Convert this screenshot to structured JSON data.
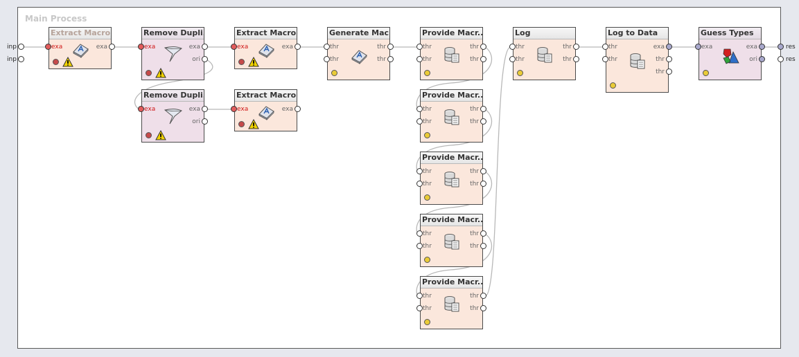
{
  "process": {
    "title": "Main Process"
  },
  "outer_ports": {
    "left": [
      "inp",
      "inp"
    ],
    "right": [
      "res",
      "res"
    ]
  },
  "colors": {
    "operator_bg": "#fbe7dc",
    "preprocessing_bg": "#efdfe9",
    "wire": "#b8b8b8",
    "error_port": "#d01515"
  },
  "operators": [
    {
      "name": "Extract Macro",
      "disabled": true,
      "icon": "macro-icon",
      "status": "error",
      "warning": true,
      "inputs": [
        "exa"
      ],
      "outputs": [
        "exa"
      ]
    },
    {
      "name": "Remove Dupli...",
      "icon": "funnel-icon",
      "status": "error",
      "warning": true,
      "inputs": [
        "exa"
      ],
      "outputs": [
        "exa",
        "ori"
      ]
    },
    {
      "name": "Extract Macro ...",
      "icon": "macro-icon",
      "status": "error",
      "warning": true,
      "inputs": [
        "exa"
      ],
      "outputs": [
        "exa"
      ]
    },
    {
      "name": "Generate Mac...",
      "icon": "macro-icon",
      "status": "ok",
      "inputs": [
        "thr",
        "thr"
      ],
      "outputs": [
        "thr",
        "thr"
      ]
    },
    {
      "name": "Provide Macr...",
      "icon": "database-icon",
      "status": "ok",
      "inputs": [
        "thr",
        "thr"
      ],
      "outputs": [
        "thr",
        "thr"
      ]
    },
    {
      "name": "Log",
      "icon": "database-icon",
      "status": "ok",
      "inputs": [
        "thr",
        "thr"
      ],
      "outputs": [
        "thr",
        "thr"
      ]
    },
    {
      "name": "Log to Data",
      "icon": "database-icon",
      "status": "ok",
      "inputs": [
        "thr",
        "thr"
      ],
      "outputs": [
        "exa",
        "thr",
        "thr"
      ]
    },
    {
      "name": "Guess Types",
      "icon": "shapes-icon",
      "status": "ok",
      "inputs": [
        "exa"
      ],
      "outputs": [
        "exa",
        "ori"
      ]
    },
    {
      "name": "Remove Dupli...",
      "icon": "funnel-icon",
      "status": "error",
      "warning": true,
      "inputs": [
        "exa"
      ],
      "outputs": [
        "exa",
        "ori"
      ]
    },
    {
      "name": "Extract Macro ...",
      "icon": "macro-icon",
      "status": "error",
      "warning": true,
      "inputs": [
        "exa"
      ],
      "outputs": [
        "exa"
      ]
    },
    {
      "name": "Provide Macr...",
      "icon": "database-icon",
      "status": "ok",
      "inputs": [
        "thr",
        "thr"
      ],
      "outputs": [
        "thr",
        "thr"
      ]
    },
    {
      "name": "Provide Macr...",
      "icon": "database-icon",
      "status": "ok",
      "inputs": [
        "thr",
        "thr"
      ],
      "outputs": [
        "thr",
        "thr"
      ]
    },
    {
      "name": "Provide Macr...",
      "icon": "database-icon",
      "status": "ok",
      "inputs": [
        "thr",
        "thr"
      ],
      "outputs": [
        "thr",
        "thr"
      ]
    },
    {
      "name": "Provide Macr...",
      "icon": "database-icon",
      "status": "ok",
      "inputs": [
        "thr",
        "thr"
      ],
      "outputs": [
        "thr",
        "thr"
      ]
    }
  ]
}
